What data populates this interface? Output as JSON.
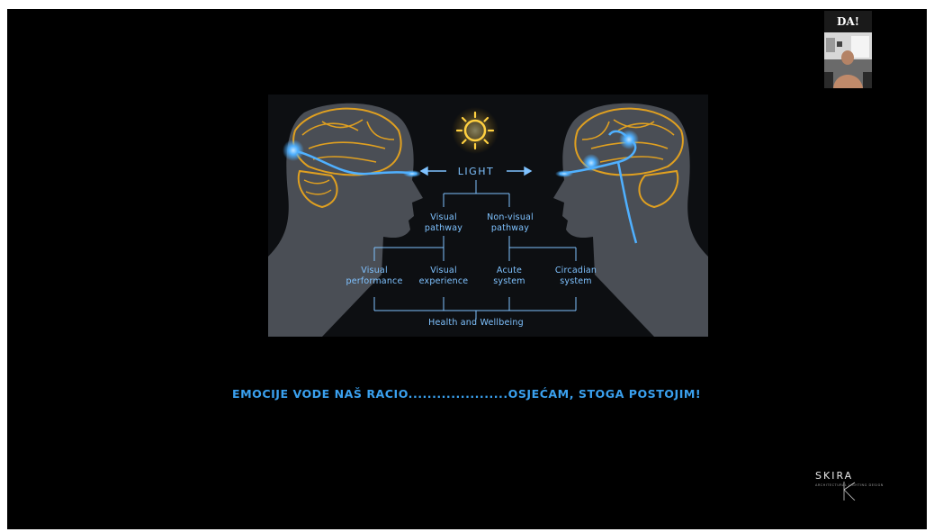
{
  "slide": {
    "light": "LIGHT",
    "visual_pathway": "Visual\npathway",
    "nonvisual_pathway": "Non-visual\npathway",
    "visual_performance": "Visual\nperformance",
    "visual_experience": "Visual\nexperience",
    "acute_system": "Acute\nsystem",
    "circadian_system": "Circadian\nsystem",
    "health": "Health and Wellbeing"
  },
  "caption": "EMOCIJE VODE NAŠ RACIO.....................OSJEĆAM, STOGA POSTOJIM!",
  "pip": {
    "badge": "DA!"
  },
  "logo": {
    "name": "SKIRA",
    "tagline": "ARCHITECTURAL LIGHTING DESIGN"
  },
  "colors": {
    "accent": "#3aa0ee",
    "brain": "#e0a020",
    "glow": "#4fb0ff",
    "sun": "#ffd040"
  },
  "icons": [
    "sun-icon",
    "arrow-left-icon",
    "arrow-right-icon"
  ]
}
